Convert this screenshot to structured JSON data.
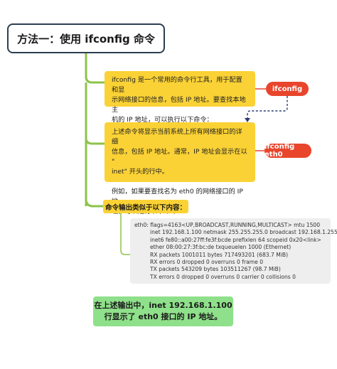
{
  "title": "方法一：使用 ifconfig 命令",
  "notes": [
    {
      "text": "ifconfig 是一个常用的命令行工具，用于配置和显\n示网络接口的信息，包括 IP 地址。要查找本地主\n机的 IP 地址，可以执行以下命令：",
      "tag": "ifconfig"
    },
    {
      "text": "上述命令将显示当前系统上所有网络接口的详细\n信息，包括 IP 地址。通常，IP 地址会显示在以 \"\ninet\" 开头的行中。\n\n例如，如果要查找名为 eth0 的网络接口的 IP 地\n址，可以运行以下命令：",
      "tag": "ifconfig eth0"
    }
  ],
  "output_heading": "命令输出类似于以下内容：",
  "output_lines": [
    "eth0: flags=4163<UP,BROADCAST,RUNNING,MULTICAST>  mtu 1500",
    "inet 192.168.1.100  netmask 255.255.255.0  broadcast 192.168.1.255",
    "inet6 fe80::a00:27ff:fe3f:bcde  prefixlen 64  scopeid 0x20<link>",
    "ether 08:00:27:3f:bc:de  txqueuelen 1000  (Ethernet)",
    "RX packets 1001011  bytes 717493201 (683.7 MiB)",
    "RX errors 0  dropped 0  overruns 0  frame 0",
    "TX packets 543209  bytes 103511267 (98.7 MiB)",
    "TX errors 0  dropped 0 overruns 0  carrier 0  collisions 0"
  ],
  "result": {
    "line1": "在上述输出中，inet 192.168.1.100",
    "line2": "行显示了 eth0 接口的 IP 地址。"
  },
  "colors": {
    "branch": "#8bc34a",
    "note": "#fbd235",
    "tag": "#e8452c",
    "dashed": "#2c3e72",
    "result": "#8fe08a"
  }
}
